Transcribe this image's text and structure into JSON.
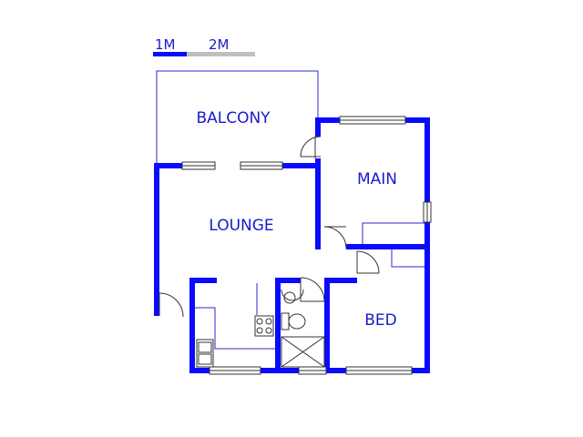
{
  "scale_bar": {
    "label_1": "1M",
    "label_2": "2M",
    "colors": {
      "solid": "#0a0aff",
      "light": "#bfbfbf"
    }
  },
  "rooms": {
    "balcony": "BALCONY",
    "main": "MAIN",
    "lounge": "LOUNGE",
    "bed": "BED"
  },
  "colors": {
    "wall": "#0a0aff",
    "label": "#1a1acc",
    "outline": "#2a2acc"
  }
}
